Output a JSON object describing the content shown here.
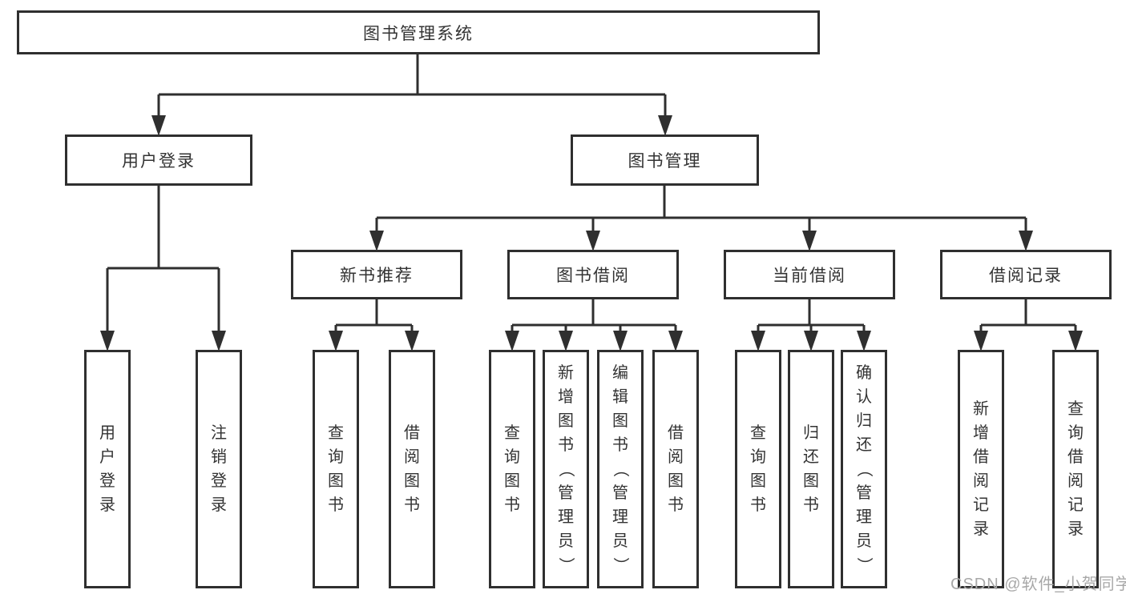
{
  "colors": {
    "line": "#2f2f2f",
    "text": "#333333",
    "watermark": "#a8a8a8",
    "background": "#ffffff"
  },
  "tree": {
    "root": {
      "label": "图书管理系统"
    },
    "user_login": {
      "label": "用户登录",
      "children": [
        "用户登录",
        "注销登录"
      ]
    },
    "book_mgmt": {
      "label": "图书管理",
      "sections": [
        {
          "label": "新书推荐",
          "children": [
            "查询图书",
            "借阅图书"
          ]
        },
        {
          "label": "图书借阅",
          "children": [
            "查询图书",
            "新增图书（管理员）",
            "编辑图书（管理员）",
            "借阅图书"
          ]
        },
        {
          "label": "当前借阅",
          "children": [
            "查询图书",
            "归还图书",
            "确认归还（管理员）"
          ]
        },
        {
          "label": "借阅记录",
          "children": [
            "新增借阅记录",
            "查询借阅记录"
          ]
        }
      ]
    }
  },
  "watermark": {
    "text": "CSDN @软件_小贺同学"
  }
}
